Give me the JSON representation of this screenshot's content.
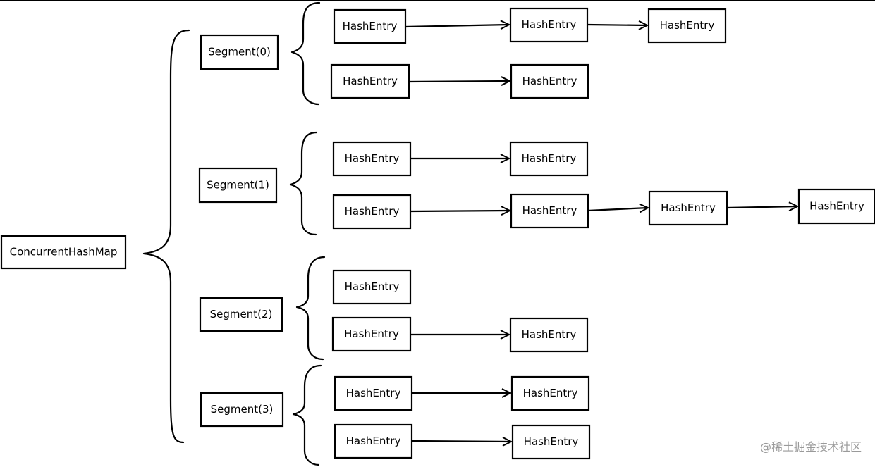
{
  "diagram": {
    "root_label": "ConcurrentHashMap",
    "segments": [
      {
        "label": "Segment(0)",
        "chains": [
          [
            "HashEntry",
            "HashEntry",
            "HashEntry"
          ],
          [
            "HashEntry",
            "HashEntry"
          ]
        ]
      },
      {
        "label": "Segment(1)",
        "chains": [
          [
            "HashEntry",
            "HashEntry"
          ],
          [
            "HashEntry",
            "HashEntry",
            "HashEntry",
            "HashEntry"
          ]
        ]
      },
      {
        "label": "Segment(2)",
        "chains": [
          [
            "HashEntry"
          ],
          [
            "HashEntry",
            "HashEntry"
          ]
        ]
      },
      {
        "label": "Segment(3)",
        "chains": [
          [
            "HashEntry",
            "HashEntry"
          ],
          [
            "HashEntry",
            "HashEntry"
          ]
        ]
      }
    ]
  },
  "watermark": "@稀土掘金技术社区"
}
